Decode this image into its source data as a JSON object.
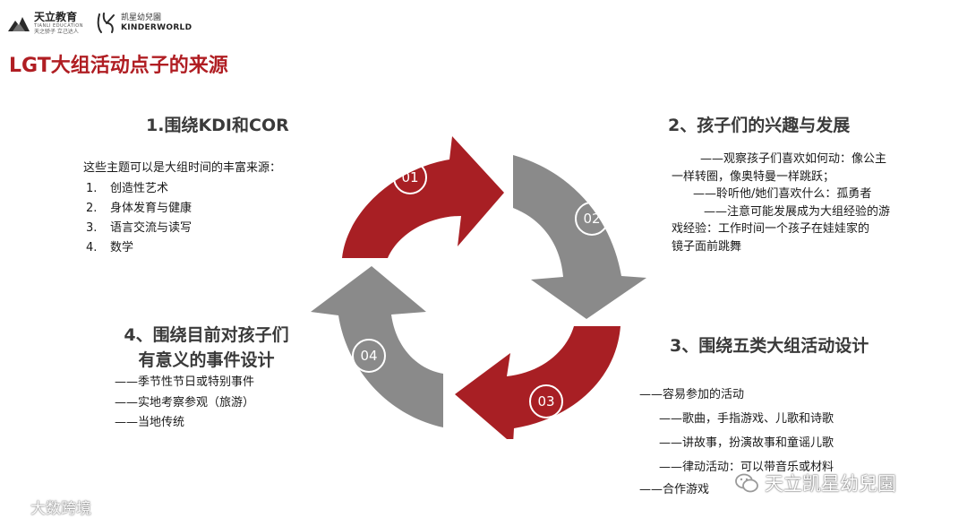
{
  "logos": {
    "tianli_name": "天立教育",
    "tianli_en": "TIANLI EDUCATION",
    "tianli_motto": "天之骄子  立己达人",
    "kinder_name": "凯星幼兒園",
    "kinder_en": "KINDERWORLD"
  },
  "title": "LGT大组活动点子的来源",
  "section1": {
    "heading": "1.围绕KDI和COR",
    "intro": "这些主题可以是大组时间的丰富来源：",
    "items": [
      {
        "num": "1.",
        "text": "创造性艺术"
      },
      {
        "num": "2.",
        "text": "身体发育与健康"
      },
      {
        "num": "3.",
        "text": "语言交流与读写"
      },
      {
        "num": "4.",
        "text": "数学"
      }
    ]
  },
  "section2": {
    "heading": "2、孩子们的兴趣与发展",
    "lines": [
      "——观察孩子们喜欢如何动：像公主",
      "一样转圈，像奥特曼一样跳跃；",
      "——聆听他/她们喜欢什么：孤勇者",
      "——注意可能发展成为大组经验的游",
      "戏经验：工作时间一个孩子在娃娃家的",
      "镜子面前跳舞"
    ]
  },
  "section3": {
    "heading": "3、围绕五类大组活动设计",
    "lines": [
      "——容易参加的活动",
      "——歌曲，手指游戏、儿歌和诗歌",
      "——讲故事，扮演故事和童谣儿歌",
      "——律动活动：可以带音乐或材料",
      "——合作游戏"
    ]
  },
  "section4": {
    "heading_line1": "4、围绕目前对孩子们",
    "heading_line2": "有意义的事件设计",
    "lines": [
      "——季节性节日或特别事件",
      "——实地考察参观（旅游）",
      "——当地传统"
    ]
  },
  "cycle": {
    "steps": [
      {
        "label": "01",
        "color": "#a81f24"
      },
      {
        "label": "02",
        "color": "#8a8a8a"
      },
      {
        "label": "03",
        "color": "#a81f24"
      },
      {
        "label": "04",
        "color": "#8a8a8a"
      }
    ]
  },
  "watermarks": {
    "left": "大数跨境",
    "right": "天立凯星幼兒園"
  },
  "colors": {
    "title": "#b01e23",
    "red_arrow": "#a81f24",
    "gray_arrow": "#8a8a8a"
  }
}
